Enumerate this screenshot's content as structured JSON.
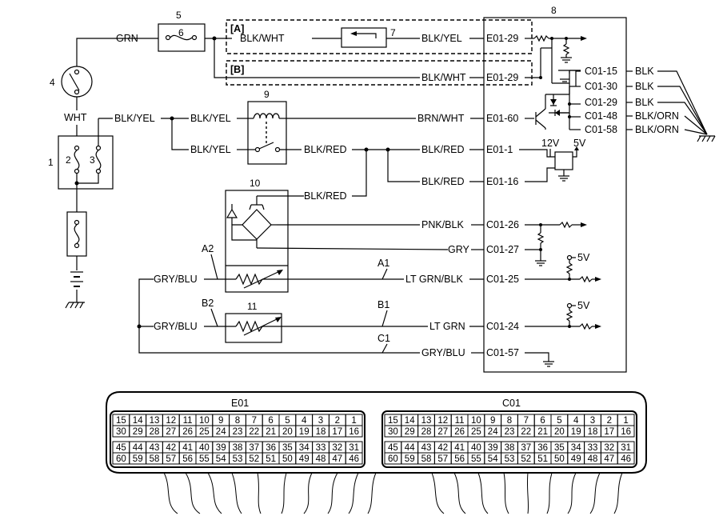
{
  "components": {
    "c1": "1",
    "c2": "2",
    "c3": "3",
    "c4": "4",
    "c5": "5",
    "c6": "6",
    "c7": "7",
    "c8": "8",
    "c9": "9",
    "c10": "10",
    "c11": "11"
  },
  "tags": {
    "a": "[A]",
    "b": "[B]"
  },
  "sensor_terminals": {
    "a1": "A1",
    "a2": "A2",
    "b1": "B1",
    "b2": "B2",
    "c1": "C1"
  },
  "wires": {
    "grn": "GRN",
    "wht": "WHT",
    "blk_yel_supply": "BLK/YEL",
    "blk_yel_relay_1": "BLK/YEL",
    "blk_yel_relay_2": "BLK/YEL",
    "blk_wht_a": "BLK/WHT",
    "blk_yel_a": "BLK/YEL",
    "blk_wht_b": "BLK/WHT",
    "brn_wht": "BRN/WHT",
    "blk_red_relay": "BLK/RED",
    "blk_red_e1": "BLK/RED",
    "blk_red_e16": "BLK/RED",
    "blk_red_sensor": "BLK/RED",
    "pnk_blk": "PNK/BLK",
    "gry": "GRY",
    "gry_blu_a2": "GRY/BLU",
    "lt_grn_blk": "LT GRN/BLK",
    "gry_blu_b2": "GRY/BLU",
    "lt_grn": "LT GRN",
    "gry_blu_c1": "GRY/BLU",
    "blk_c15": "BLK",
    "blk_c30": "BLK",
    "blk_c29": "BLK",
    "blk_orn_c48": "BLK/ORN",
    "blk_orn_c58": "BLK/ORN"
  },
  "terminals": {
    "e01_29_a": "E01-29",
    "e01_29_b": "E01-29",
    "e01_60": "E01-60",
    "e01_1": "E01-1",
    "e01_16": "E01-16",
    "c01_26": "C01-26",
    "c01_27": "C01-27",
    "c01_25": "C01-25",
    "c01_24": "C01-24",
    "c01_57": "C01-57",
    "c01_15": "C01-15",
    "c01_30": "C01-30",
    "c01_29": "C01-29",
    "c01_48": "C01-48",
    "c01_58": "C01-58"
  },
  "voltages": {
    "v12": "12V",
    "v5_reg": "5V",
    "v5_a": "5V",
    "v5_b": "5V"
  },
  "connectors": [
    {
      "name": "E01",
      "rows": [
        [
          "15",
          "14",
          "13",
          "12",
          "11",
          "10",
          "9",
          "8",
          "7",
          "6",
          "5",
          "4",
          "3",
          "2",
          "1"
        ],
        [
          "30",
          "29",
          "28",
          "27",
          "26",
          "25",
          "24",
          "23",
          "22",
          "21",
          "20",
          "19",
          "18",
          "17",
          "16"
        ],
        [
          "45",
          "44",
          "43",
          "42",
          "41",
          "40",
          "39",
          "38",
          "37",
          "36",
          "35",
          "34",
          "33",
          "32",
          "31"
        ],
        [
          "60",
          "59",
          "58",
          "57",
          "56",
          "55",
          "54",
          "53",
          "52",
          "51",
          "50",
          "49",
          "48",
          "47",
          "46"
        ]
      ]
    },
    {
      "name": "C01",
      "rows": [
        [
          "15",
          "14",
          "13",
          "12",
          "11",
          "10",
          "9",
          "8",
          "7",
          "6",
          "5",
          "4",
          "3",
          "2",
          "1"
        ],
        [
          "30",
          "29",
          "28",
          "27",
          "26",
          "25",
          "24",
          "23",
          "22",
          "21",
          "20",
          "19",
          "18",
          "17",
          "16"
        ],
        [
          "45",
          "44",
          "43",
          "42",
          "41",
          "40",
          "39",
          "38",
          "37",
          "36",
          "35",
          "34",
          "33",
          "32",
          "31"
        ],
        [
          "60",
          "59",
          "58",
          "57",
          "56",
          "55",
          "54",
          "53",
          "52",
          "51",
          "50",
          "49",
          "48",
          "47",
          "46"
        ]
      ]
    }
  ]
}
